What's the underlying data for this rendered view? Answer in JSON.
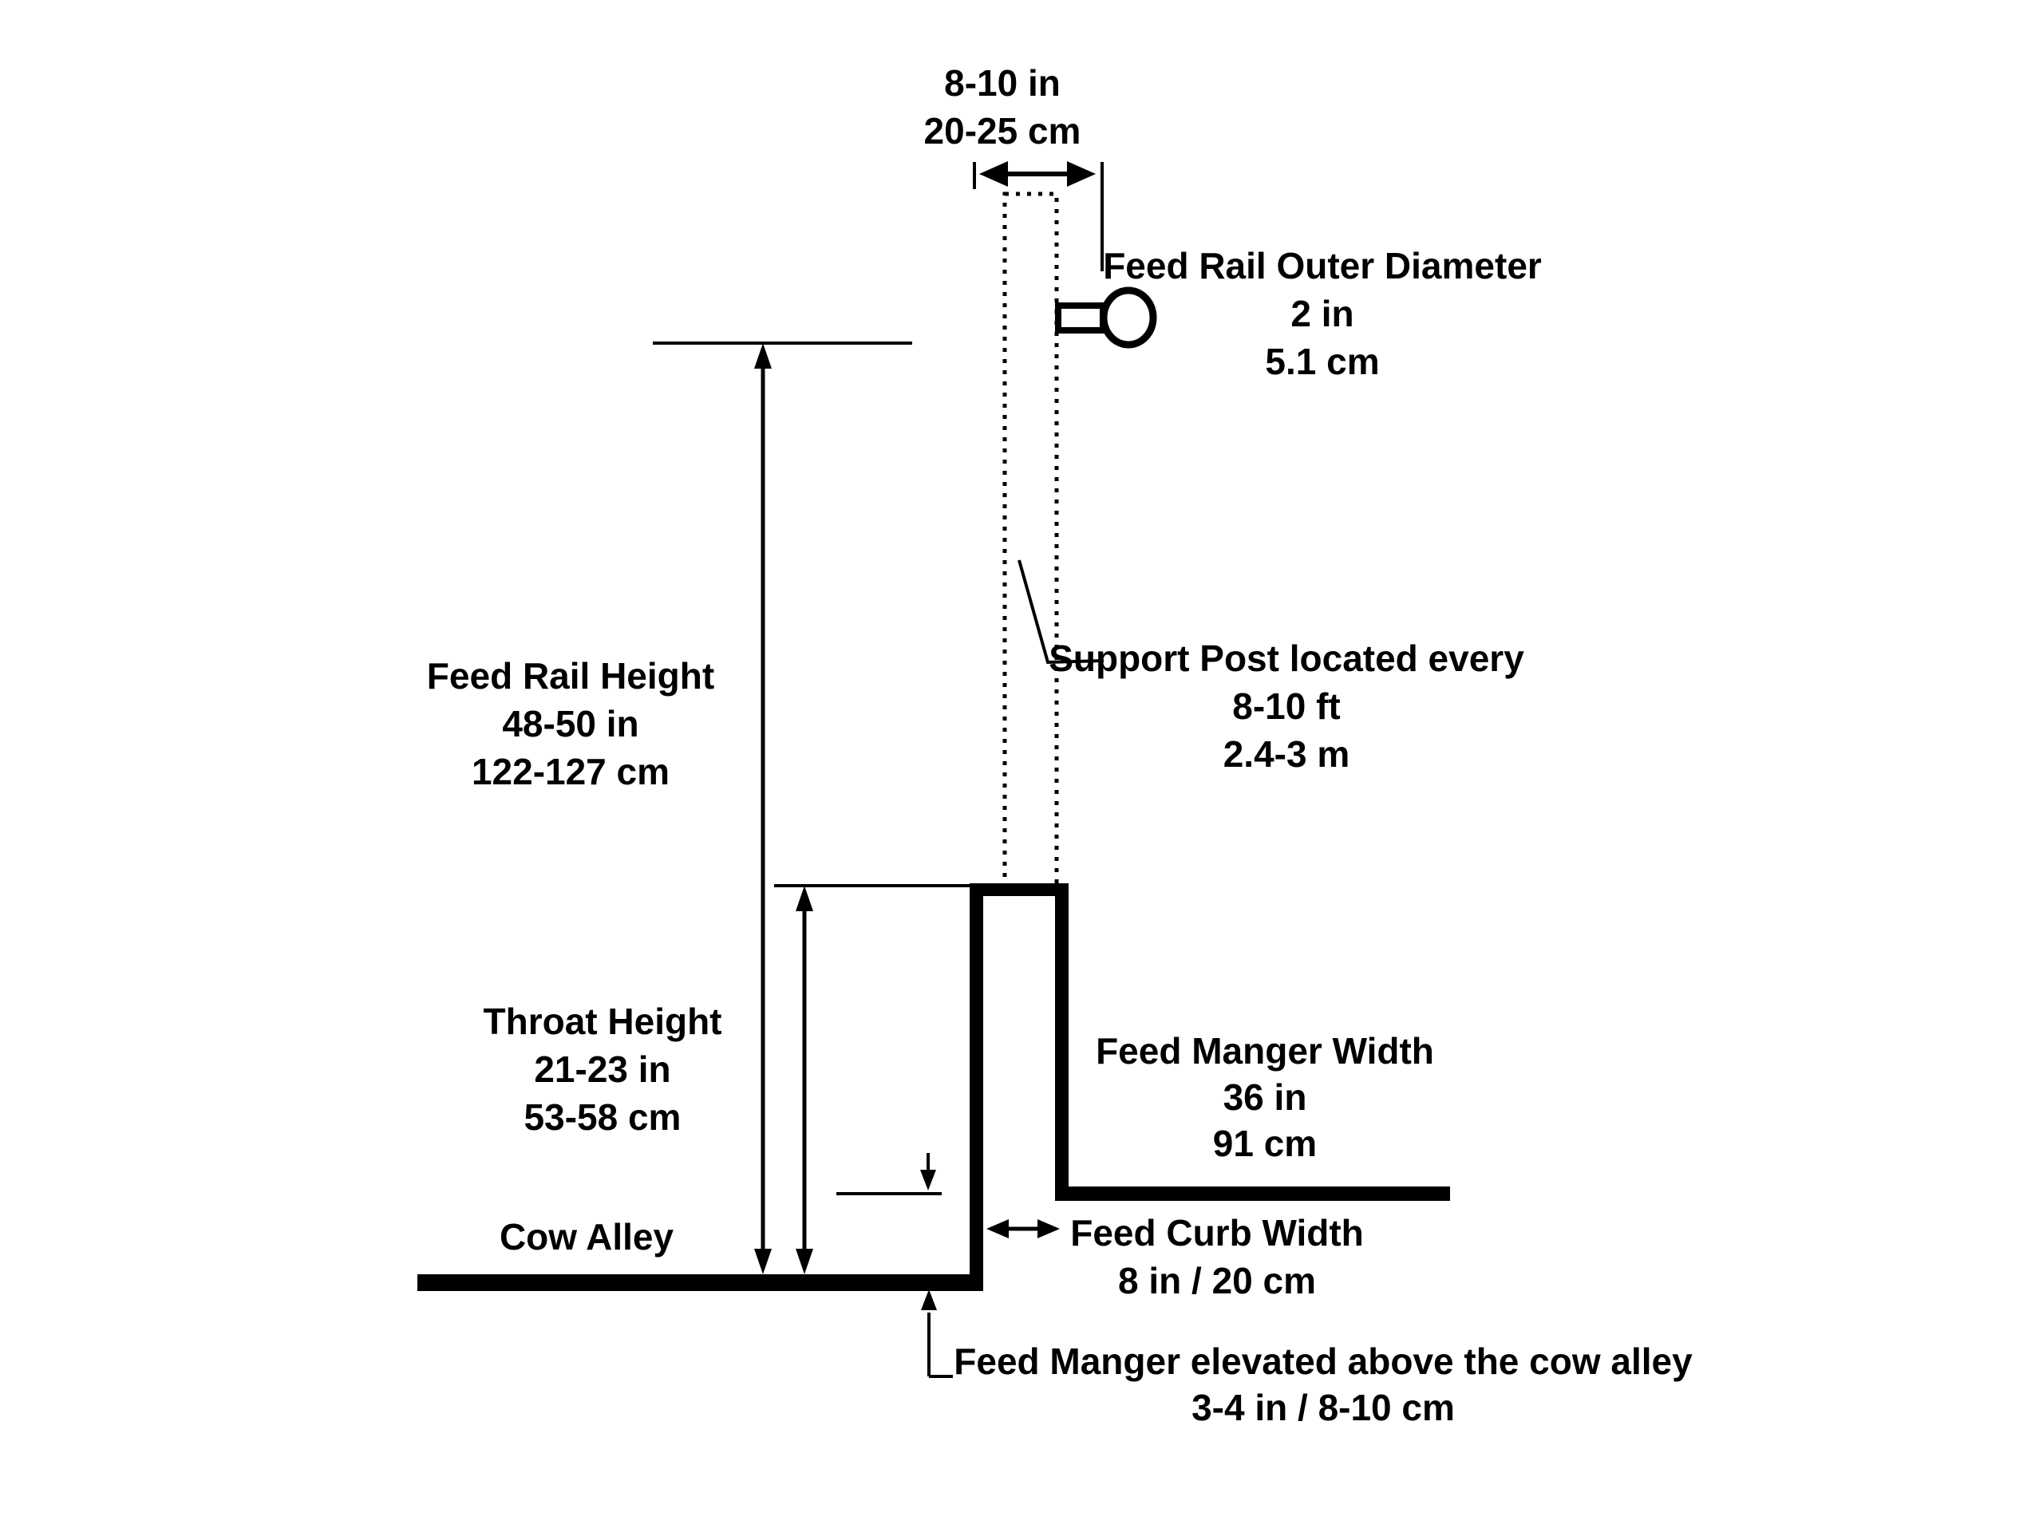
{
  "colors": {
    "ink": "#000000",
    "background": "#ffffff"
  },
  "labels": {
    "post_width": {
      "line1": "8-10 in",
      "line2": "20-25 cm"
    },
    "feed_rail_od": {
      "line1": "Feed Rail Outer Diameter",
      "line2": "2 in",
      "line3": "5.1 cm"
    },
    "support_post": {
      "line1": "Support Post located every",
      "line2": "8-10 ft",
      "line3": "2.4-3 m"
    },
    "feed_rail_height": {
      "line1": "Feed Rail Height",
      "line2": "48-50 in",
      "line3": "122-127 cm"
    },
    "throat_height": {
      "line1": "Throat Height",
      "line2": "21-23 in",
      "line3": "53-58 cm"
    },
    "cow_alley": {
      "line1": "Cow Alley"
    },
    "feed_manger_width": {
      "line1": "Feed Manger Width",
      "line2": "36 in",
      "line3": "91 cm"
    },
    "feed_curb_width": {
      "line1": "Feed Curb Width",
      "line2": "8 in / 20 cm"
    },
    "manger_elevation": {
      "line1": "Feed Manger elevated above the cow alley",
      "line2": "3-4 in / 8-10 cm"
    }
  }
}
